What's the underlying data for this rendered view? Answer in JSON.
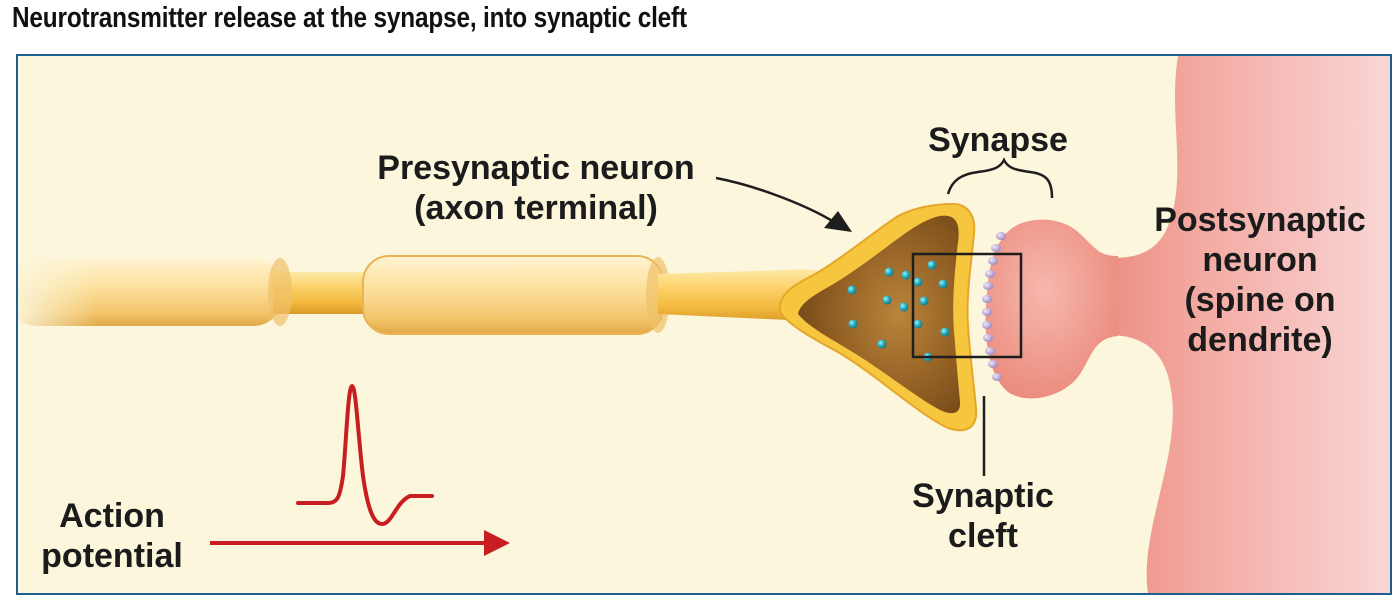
{
  "title": "Neurotransmitter release at the synapse, into synaptic cleft",
  "labels": {
    "presynaptic": [
      "Presynaptic neuron",
      "(axon terminal)"
    ],
    "synapse": "Synapse",
    "postsynaptic": [
      "Postsynaptic",
      "neuron",
      "(spine on",
      "dendrite)"
    ],
    "cleft": [
      "Synaptic",
      "cleft"
    ],
    "action_potential": [
      "Action",
      "potential"
    ]
  },
  "colors": {
    "background": "#fbf6dc",
    "axon": "#f7c949",
    "terminal_interior": "#8a5a1c",
    "vesicle": "#2aa6b8",
    "receptor": "#b6a3cf",
    "postsynaptic": "#ef9a8f",
    "action_potential": "#c81e22",
    "frame": "#1d5f8f"
  }
}
